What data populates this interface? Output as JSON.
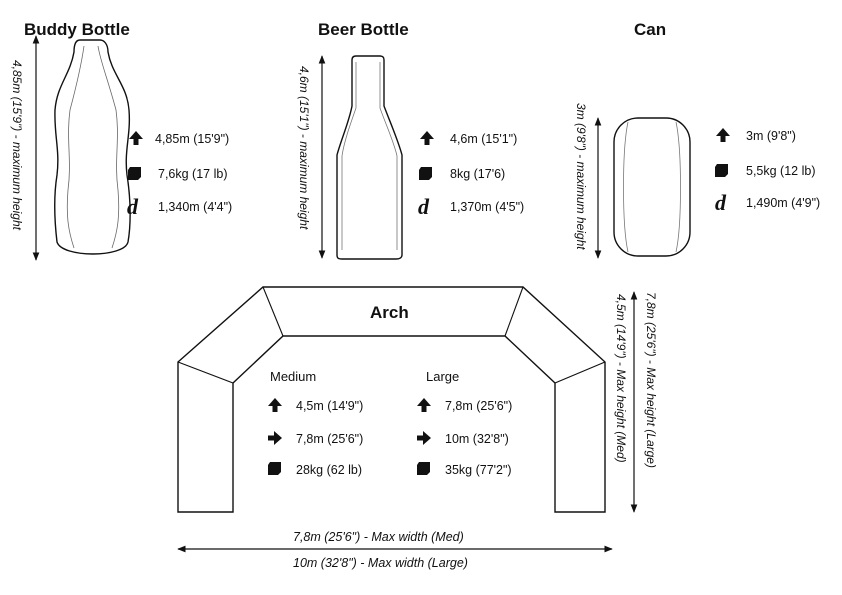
{
  "buddy": {
    "title": "Buddy Bottle",
    "height_label": "4,85m (15'9\") - maximum height",
    "specs": {
      "height": "4,85m (15'9\")",
      "weight": "7,6kg (17 lb)",
      "diameter": "1,340m (4'4\")"
    }
  },
  "beer": {
    "title": "Beer Bottle",
    "height_label": "4,6m (15'1\") - maximum height",
    "specs": {
      "height": "4,6m (15'1\")",
      "weight": "8kg (17'6)",
      "diameter": "1,370m (4'5\")"
    }
  },
  "can": {
    "title": "Can",
    "height_label": "3m (9'8\") - maximum height",
    "specs": {
      "height": "3m (9'8\")",
      "weight": "5,5kg (12 lb)",
      "diameter": "1,490m (4'9\")"
    }
  },
  "arch": {
    "title": "Arch",
    "medium": {
      "label": "Medium",
      "height": "4,5m (14'9\")",
      "width": "7,8m (25'6\")",
      "weight": "28kg (62 lb)"
    },
    "large": {
      "label": "Large",
      "height": "7,8m (25'6\")",
      "width": "10m (32'8\")",
      "weight": "35kg (77'2\")"
    },
    "max_height_large": "7,8m (25'6\") - Max height (Large)",
    "max_height_med": "4,5m (14'9\") - Max height (Med)",
    "max_width_med": "7,8m (25'6\") - Max width (Med)",
    "max_width_large": "10m (32'8\") - Max width (Large)"
  },
  "icons": {
    "height": "arrow-up-icon",
    "width": "arrow-right-icon",
    "weight": "weight-block-icon",
    "diameter": "d"
  },
  "colors": {
    "line": "#111111",
    "background": "#ffffff"
  }
}
